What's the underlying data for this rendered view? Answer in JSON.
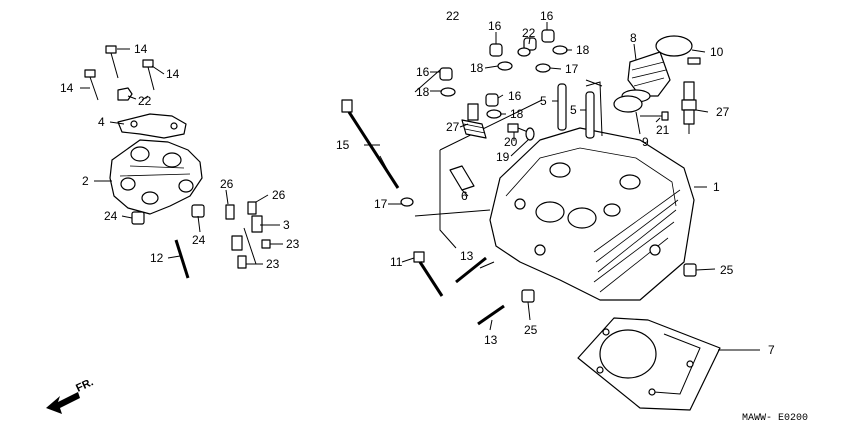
{
  "callouts": [
    {
      "text": "1"
    },
    {
      "text": "2"
    },
    {
      "text": "3"
    },
    {
      "text": "4"
    },
    {
      "text": "5"
    },
    {
      "text": "5"
    },
    {
      "text": "6"
    },
    {
      "text": "7"
    },
    {
      "text": "8"
    },
    {
      "text": "9"
    },
    {
      "text": "10"
    },
    {
      "text": "11"
    },
    {
      "text": "12"
    },
    {
      "text": "13"
    },
    {
      "text": "13"
    },
    {
      "text": "14"
    },
    {
      "text": "14"
    },
    {
      "text": "14"
    },
    {
      "text": "15"
    },
    {
      "text": "16"
    },
    {
      "text": "16"
    },
    {
      "text": "16"
    },
    {
      "text": "16"
    },
    {
      "text": "17"
    },
    {
      "text": "17"
    },
    {
      "text": "18"
    },
    {
      "text": "18"
    },
    {
      "text": "18"
    },
    {
      "text": "18"
    },
    {
      "text": "19"
    },
    {
      "text": "20"
    },
    {
      "text": "21"
    },
    {
      "text": "22"
    },
    {
      "text": "22"
    },
    {
      "text": "22"
    },
    {
      "text": "23"
    },
    {
      "text": "23"
    },
    {
      "text": "24"
    },
    {
      "text": "24"
    },
    {
      "text": "25"
    },
    {
      "text": "25"
    },
    {
      "text": "26"
    },
    {
      "text": "26"
    },
    {
      "text": "27"
    },
    {
      "text": "27"
    }
  ],
  "direction_label": "FR.",
  "diagram_code": "MAWW- E0200"
}
